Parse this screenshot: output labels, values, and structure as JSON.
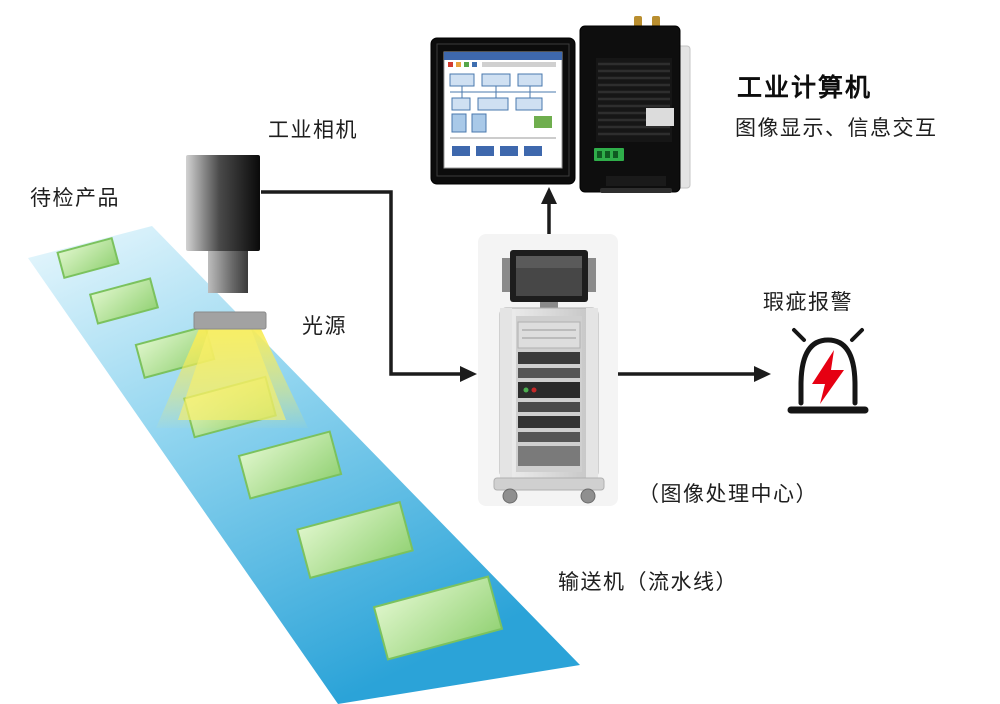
{
  "labels": {
    "product": "待检产品",
    "camera": "工业相机",
    "light_source": "光源",
    "computer_title": "工业计算机",
    "computer_desc": "图像显示、信息交互",
    "defect_alarm": "瑕疵报警",
    "processing_center": "（图像处理中心）",
    "conveyor": "输送机（流水线）"
  },
  "colors": {
    "belt_blue": "#2ba3d8",
    "belt_light": "#e8f7fd",
    "product_green": "#a9de8b",
    "product_border": "#7bc25e",
    "beam_yellow": "#f8ec57",
    "alarm_red": "#e60012",
    "line_black": "#1c1c1c",
    "device_black": "#111111",
    "cart_gray": "#d8d8d8"
  },
  "icons": {
    "camera": "industrial-camera-icon",
    "light": "light-source-icon",
    "belt": "conveyor-belt-icon",
    "monitor_front": "panel-pc-front-icon",
    "monitor_rear": "panel-pc-rear-icon",
    "cart": "image-processing-cabinet-icon",
    "alarm": "siren-alarm-icon"
  }
}
